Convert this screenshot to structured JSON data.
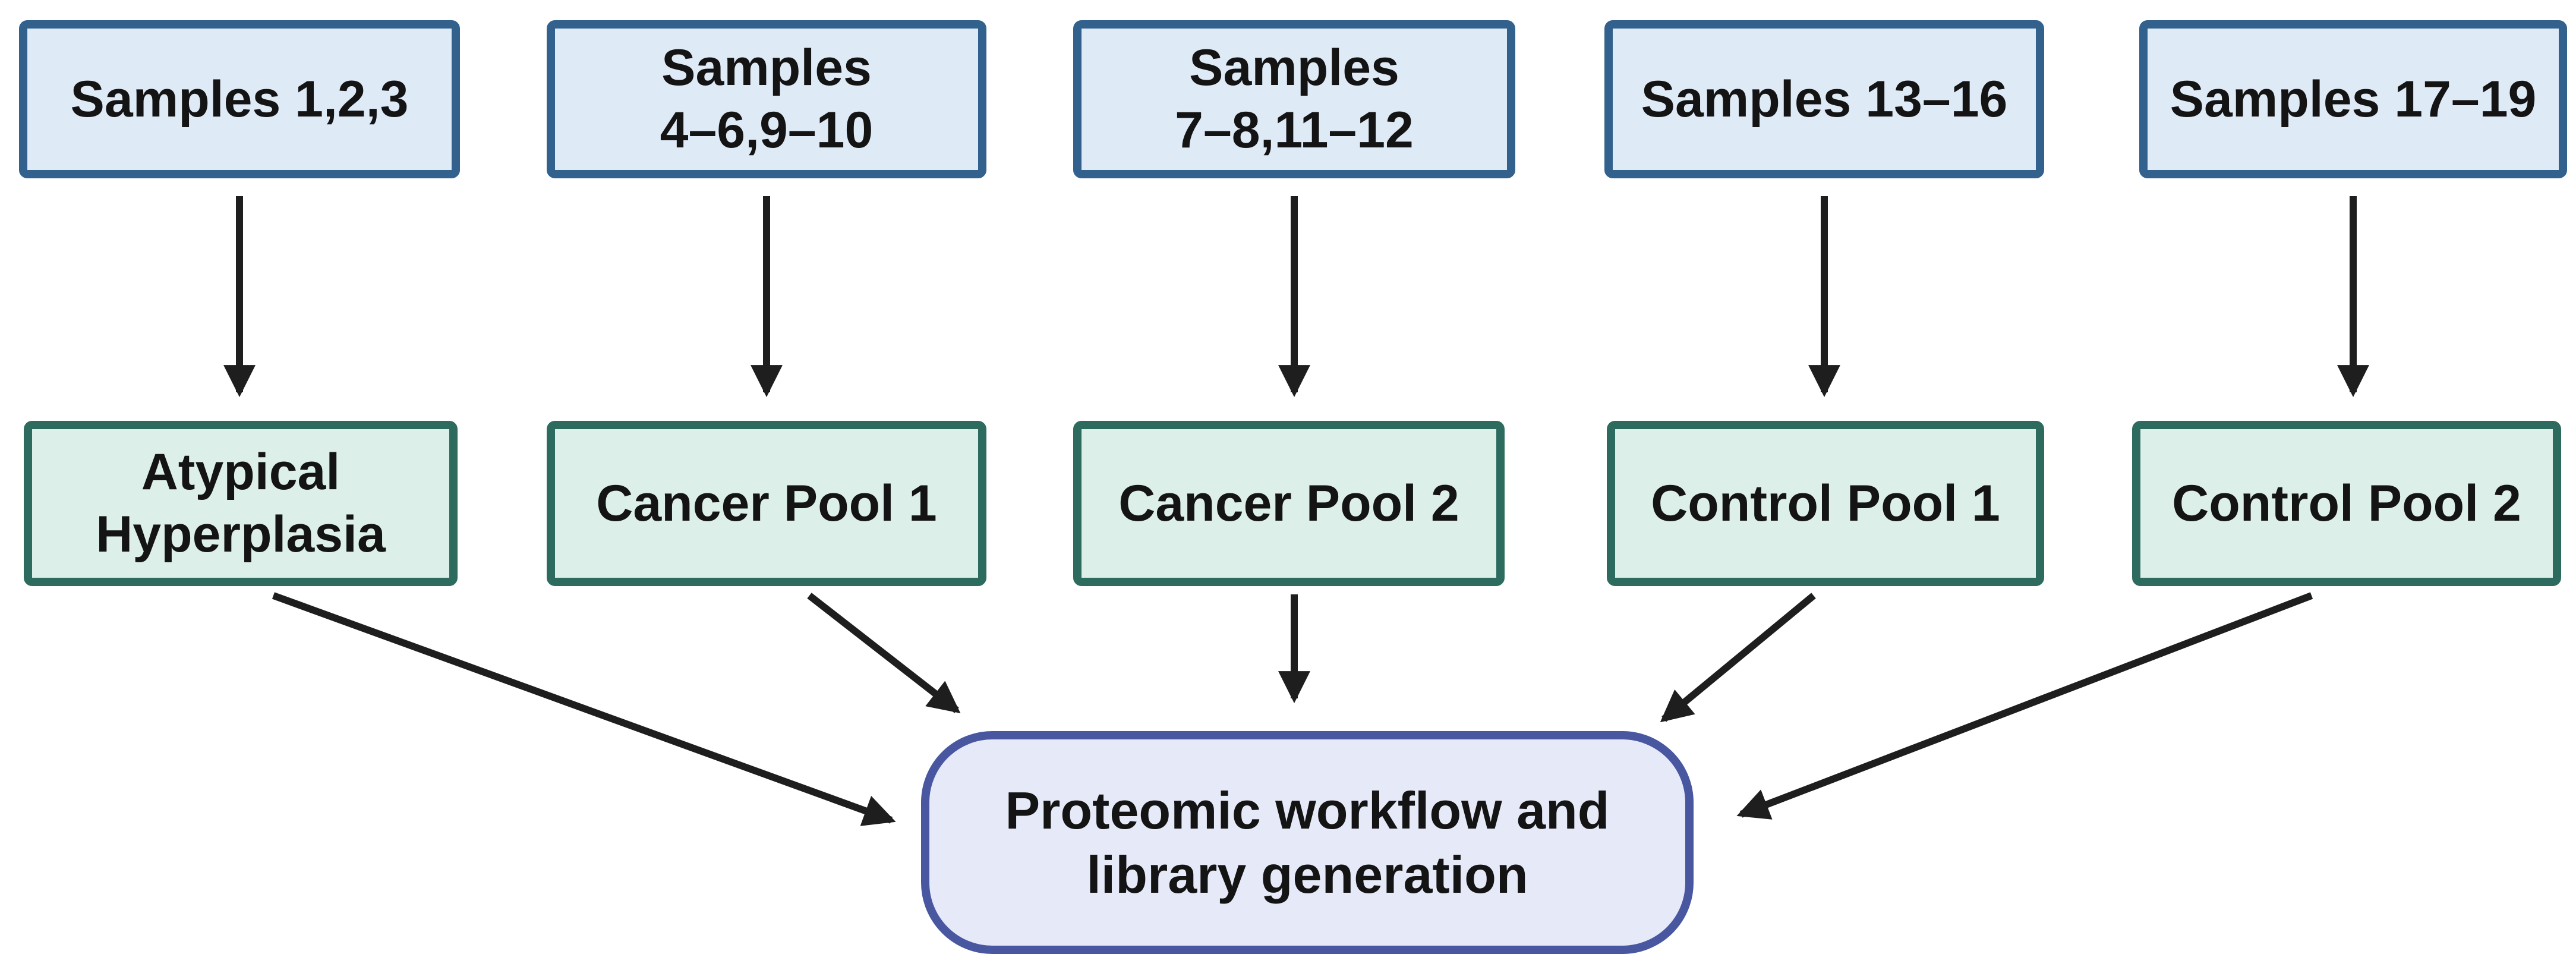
{
  "colors": {
    "background": "#ffffff",
    "text": "#141414",
    "arrow": "#1e1e1e",
    "sampleFill": "#dfeaf7",
    "sampleBorder": "#31618c",
    "poolFill": "#dcefe9",
    "poolBorder": "#2c6b5e",
    "finalFill": "#e6e9f8",
    "finalBorder": "#4857a0"
  },
  "nodes": {
    "sample_groups": [
      {
        "label": "Samples 1,2,3"
      },
      {
        "label": "Samples\n4–6,9–10"
      },
      {
        "label": "Samples\n7–8,11–12"
      },
      {
        "label": "Samples 13–16"
      },
      {
        "label": "Samples 17–19"
      }
    ],
    "pools": [
      {
        "label": "Atypical\nHyperplasia"
      },
      {
        "label": "Cancer Pool 1"
      },
      {
        "label": "Cancer Pool 2"
      },
      {
        "label": "Control Pool 1"
      },
      {
        "label": "Control Pool 2"
      }
    ],
    "final": {
      "label": "Proteomic workflow and\nlibrary generation"
    }
  }
}
